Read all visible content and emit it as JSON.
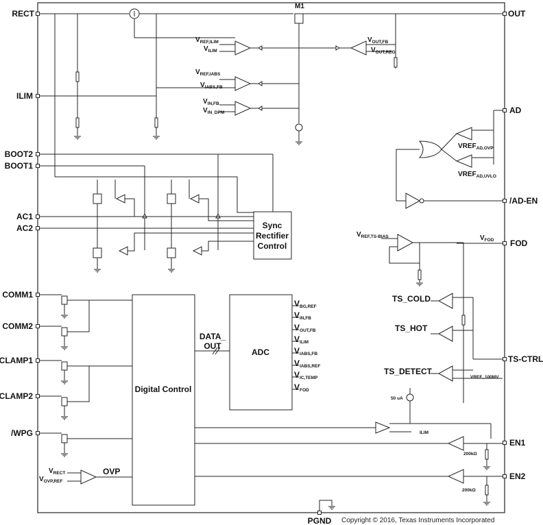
{
  "pins_left": {
    "rect": "RECT",
    "ilim": "ILIM",
    "boot2": "BOOT2",
    "boot1": "BOOT1",
    "ac1": "AC1",
    "ac2": "AC2",
    "comm1": "COMM1",
    "comm2": "COMM2",
    "clamp1": "CLAMP1",
    "clamp2": "CLAMP2",
    "wpg": "/WPG"
  },
  "pins_right": {
    "out": "OUT",
    "ad": "AD",
    "ad_en": "/AD-EN",
    "fod": "FOD",
    "ts_ctrl": "TS-CTRL",
    "en1": "EN1",
    "en2": "EN2"
  },
  "pin_bottom": {
    "pgnd": "PGND"
  },
  "transistor_label": "M1",
  "blocks": {
    "sync_rectifier": [
      "Sync",
      "Rectifier",
      "Control"
    ],
    "digital_control": "Digital Control",
    "adc": "ADC",
    "data_out": [
      "DATA_",
      "OUT"
    ]
  },
  "comparator_inputs": {
    "vref_ilim": {
      "main": "V",
      "sub": "REF,ILIM"
    },
    "vilim": {
      "main": "V",
      "sub": "ILIM"
    },
    "vref_iabs": {
      "main": "V",
      "sub": "REF,IABS"
    },
    "viabs_fb": {
      "main": "V",
      "sub": "IABS,FB"
    },
    "vin_fb": {
      "main": "V",
      "sub": "IN,FB"
    },
    "vin_dpm": {
      "main": "V",
      "sub": "IN_DPM"
    },
    "vout_fb": {
      "main": "V",
      "sub": "OUT,FB"
    },
    "vout_reg": {
      "main": "V",
      "sub": "OUT,REG"
    },
    "vref_ts_bias": {
      "main": "V",
      "sub": "REF,TS-BIAS"
    },
    "vfod": {
      "main": "V",
      "sub": "FOD"
    },
    "vrect": {
      "main": "V",
      "sub": "RECT"
    },
    "vovp_ref": {
      "main": "V",
      "sub": "OVP,REF"
    }
  },
  "ad_refs": {
    "ovp": {
      "main": "VREF",
      "sub": "AD,OVP"
    },
    "uvlo": {
      "main": "VREF",
      "sub": "AD,UVLO"
    }
  },
  "adc_inputs": [
    {
      "main": "V",
      "sub": "BG,REF"
    },
    {
      "main": "V",
      "sub": "IN,FB"
    },
    {
      "main": "V",
      "sub": "OUT,FB"
    },
    {
      "main": "V",
      "sub": "ILIM"
    },
    {
      "main": "V",
      "sub": "IABS,FB"
    },
    {
      "main": "V",
      "sub": "IABS,REF"
    },
    {
      "main": "V",
      "sub": "IC,TEMP"
    },
    {
      "main": "V",
      "sub": "FOD"
    }
  ],
  "ts": {
    "cold": "TS_COLD",
    "hot": "TS_HOT",
    "detect": "TS_DETECT",
    "vref_100mv": "VREF_100MV",
    "current": "50 uA",
    "ilim_out": "ILIM"
  },
  "ovp_label": "OVP",
  "pulldown": "200kΩ",
  "copyright": "Copyright © 2016, Texas Instruments Incorporated"
}
